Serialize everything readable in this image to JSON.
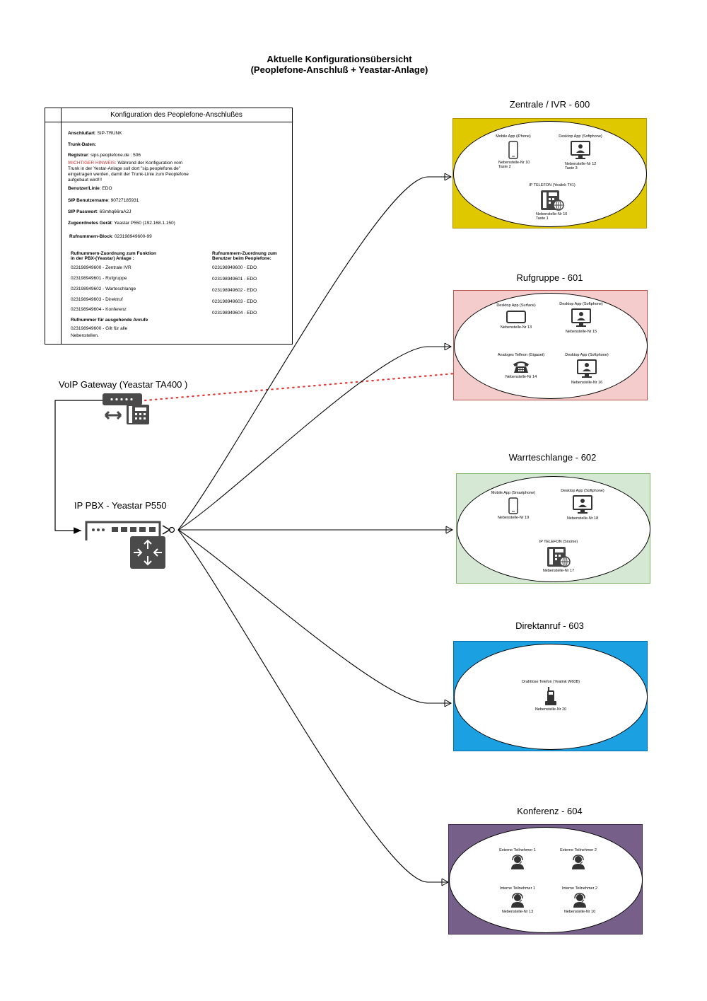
{
  "title": {
    "line1": "Aktuelle Konfigurationsübersicht",
    "line2": "(Peoplefone-Anschluß + Yeastar-Anlage)"
  },
  "config": {
    "heading": "Konfiguration des Peoplefone-Anschlußes",
    "anschluss_label": "Anschlußart",
    "anschluss_value": ": SIP-TRUNK",
    "trunk_label": "Trunk-Daten:",
    "registrar_label": "Registrar",
    "registrar_value": ": sips.peoplefone.de : 506",
    "warning_label": "WICHTIGER HINWEIS",
    "warning_line1": ": Während der Konfiguration vom",
    "warning_line2": "Trunk in der Yestar-Anlage soll dort \"sip.peoplefone.de\"",
    "warning_line3": "eingetragen werden, damit der Trunk-Linie zum Peoplefone",
    "warning_line4": "aufgebaut wird!!!",
    "benutzer_label": "Benutzer/Linie",
    "benutzer_value": ": EDO",
    "sipuser_label": "SIP Benutzername",
    "sipuser_value": ": 90727185931",
    "sippass_label": "SIP Passwort",
    "sippass_value": ":  6Smhq66raA2J",
    "geraet_label": "Zugeordnetes Gerät",
    "geraet_value": ": Yeastar P550 (192.168.1.150)",
    "block_label": "Rufnummern-Block",
    "block_value": ": 023198949600-99",
    "col1_head1": "Rufnummern-Zuordnung zum Funktion",
    "col1_head2": "in der PBX-(Yeastar) Anlage :",
    "col1": [
      "023198949600 - Zentrale IVR",
      "023198949601 - Rufgruppe",
      "023198949602 - Warteschlange",
      "023198949603 - Direktruf",
      "023198949604 - Konferenz"
    ],
    "col2_head1": "Rufnummern-Zuordnung zum",
    "col2_head2": "Benutzer beim Peoplefone:",
    "col2": [
      "023198949600 - EDO",
      "023198949601 - EDO",
      "023198949602 - EDO",
      "023198949603 - EDO",
      "023198949604 - EDO"
    ],
    "outgoing_label": "Rufnummer für ausgehende Anrufe",
    "outgoing_line1": "023198949600 - Gilt für alle",
    "outgoing_line2": "Nebenstellen."
  },
  "gateway_label": "VoIP Gateway (Yeastar TA400 )",
  "pbx_label": "IP PBX - Yeastar P550",
  "groups": {
    "g600": {
      "title": "Zentrale / IVR - 600",
      "color": "#e0c800",
      "d1_name": "Mobile App (iPhone)",
      "d1_ext": "Nebenstelle-Nr 10",
      "d1_sub": "Taste 2",
      "d2_name": "Desktop App (Softphone)",
      "d2_ext": "Nebenstelle-Nr 12",
      "d2_sub": "Taste 3",
      "d3_name": "IP TELEFON (Yealink T41)",
      "d3_ext": "Nebenstelle-Nr 10",
      "d3_sub": "Taste 1"
    },
    "g601": {
      "title": "Rufgruppe - 601",
      "color": "#f5cccc",
      "d1_name": "Desktop App (Surface)",
      "d1_ext": "Nebenstelle-Nr 13",
      "d2_name": "Desktop App (Softphone)",
      "d2_ext": "Nebenstelle-Nr 15",
      "d3_name": "Analoges Telfeon (Gigaset)",
      "d3_ext": "Nebenstelle-Nr 14",
      "d4_name": "Desktop App (Softphone)",
      "d4_ext": "Nebenstelle-Nr 16"
    },
    "g602": {
      "title": "Warrteschlange - 602",
      "color": "#d5e8d4",
      "d1_name": "Mobile App (Smartphone)",
      "d1_ext": "Nebenstelle-Nr 19",
      "d2_name": "Desktop App (Softphone)",
      "d2_ext": "Nebenstelle-Nr 18",
      "d3_name": "IP TELEFON (Snome)",
      "d3_ext": "Nebenstelle-Nr 17"
    },
    "g603": {
      "title": "Direktanruf - 603",
      "color": "#1ba1e2",
      "d1_name": "Drahtlose Telefon (Yealink W60B)",
      "d1_ext": "Nebenstelle-Nr 20"
    },
    "g604": {
      "title": "Konferenz - 604",
      "color": "#76608a",
      "d1_name": "Externe Teilnehmer 1",
      "d2_name": "Externe Teilnehmer 2",
      "d3_name": "Interne Teilnehmer 1",
      "d3_ext": "Nebenstelle-Nr 13",
      "d4_name": "Interne Teilnehmer 2",
      "d4_ext": "Nebenstelle-Nr 10"
    }
  }
}
